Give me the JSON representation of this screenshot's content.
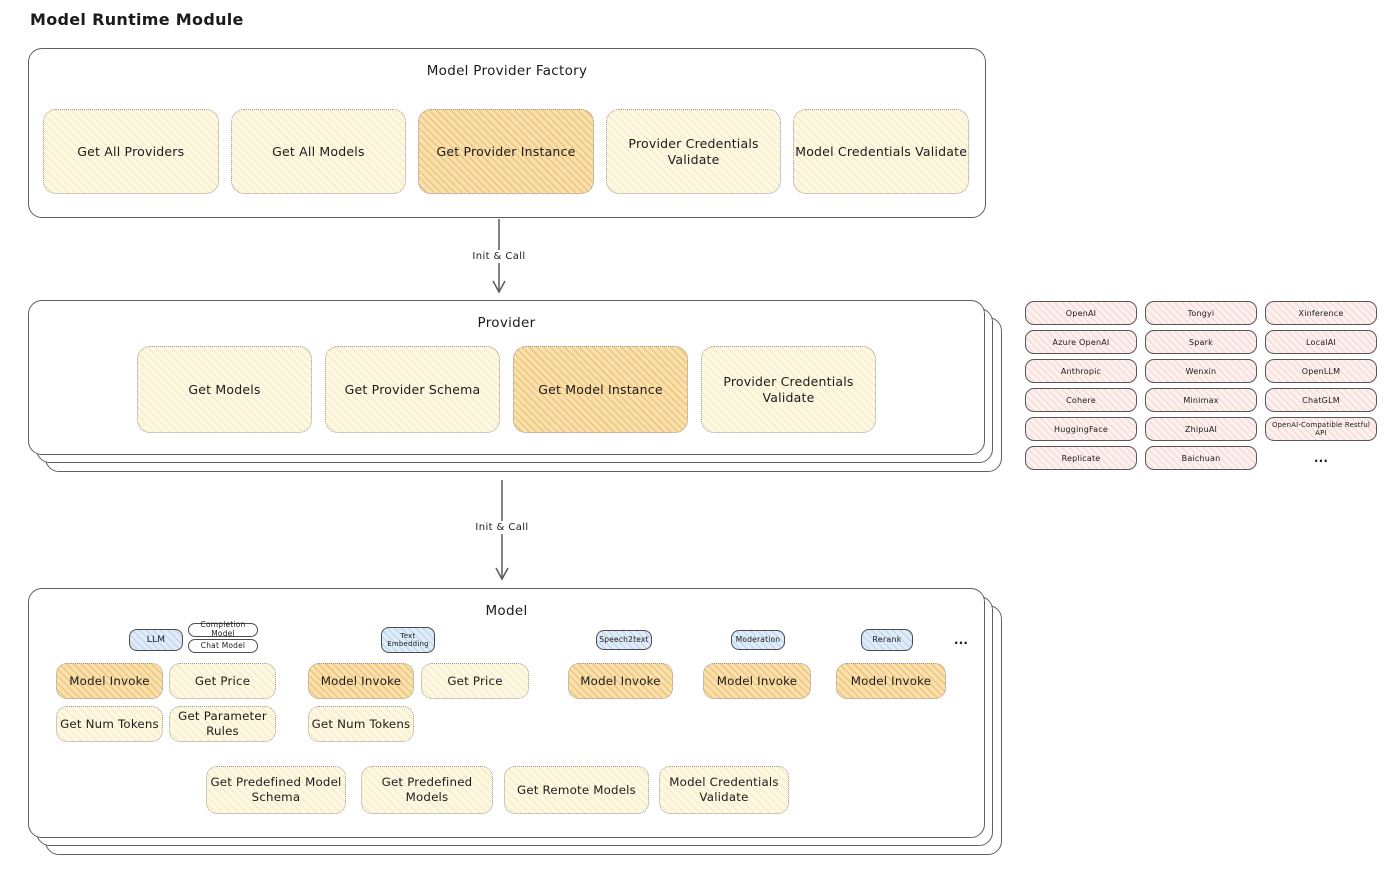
{
  "title": "Model Runtime Module",
  "colors": {
    "yellow": "#fdf8e3",
    "orange": "#f9e2b0",
    "pink": "#fdf1ef",
    "blue": "#e0edf8",
    "stroke": "#5f5f5f"
  },
  "factory": {
    "title": "Model Provider Factory",
    "boxes": [
      {
        "label": "Get All Providers",
        "highlight": false
      },
      {
        "label": "Get All Models",
        "highlight": false
      },
      {
        "label": "Get Provider Instance",
        "highlight": true
      },
      {
        "label": "Provider Credentials Validate",
        "highlight": false
      },
      {
        "label": "Model Credentials Validate",
        "highlight": false
      }
    ]
  },
  "arrows": {
    "first": "Init & Call",
    "second": "Init & Call"
  },
  "provider": {
    "title": "Provider",
    "boxes": [
      {
        "label": "Get Models",
        "highlight": false
      },
      {
        "label": "Get Provider Schema",
        "highlight": false
      },
      {
        "label": "Get Model Instance",
        "highlight": true
      },
      {
        "label": "Provider Credentials Validate",
        "highlight": false
      }
    ]
  },
  "providers_grid": {
    "items": [
      "OpenAI",
      "Tongyi",
      "Xinference",
      "Azure OpenAI",
      "Spark",
      "LocalAI",
      "Anthropic",
      "Wenxin",
      "OpenLLM",
      "Cohere",
      "Minimax",
      "ChatGLM",
      "HuggingFace",
      "ZhipuAI",
      "OpenAI-Compatible Restful API",
      "Replicate",
      "Baichuan",
      "..."
    ]
  },
  "model": {
    "title": "Model",
    "types": [
      {
        "label": "LLM",
        "variant": "blue"
      },
      {
        "label": "Completion Model",
        "variant": "outline"
      },
      {
        "label": "Chat Model",
        "variant": "outline"
      },
      {
        "label": "Text Embedding",
        "variant": "blue"
      },
      {
        "label": "Speech2text",
        "variant": "blue"
      },
      {
        "label": "Moderation",
        "variant": "blue"
      },
      {
        "label": "Rerank",
        "variant": "blue"
      },
      {
        "label": "...",
        "variant": "plain"
      }
    ],
    "ops": [
      {
        "label": "Model Invoke",
        "highlight": true
      },
      {
        "label": "Get Price",
        "highlight": false
      },
      {
        "label": "Get Num Tokens",
        "highlight": false
      },
      {
        "label": "Get Parameter Rules",
        "highlight": false
      },
      {
        "label": "Model Invoke",
        "highlight": true
      },
      {
        "label": "Get Price",
        "highlight": false
      },
      {
        "label": "Get Num Tokens",
        "highlight": false
      },
      {
        "label": "Model Invoke",
        "highlight": true
      },
      {
        "label": "Model Invoke",
        "highlight": true
      },
      {
        "label": "Model Invoke",
        "highlight": true
      },
      {
        "label": "Get Predefined Model Schema",
        "highlight": false
      },
      {
        "label": "Get Predefined Models",
        "highlight": false
      },
      {
        "label": "Get Remote Models",
        "highlight": false
      },
      {
        "label": "Model Credentials Validate",
        "highlight": false
      }
    ]
  }
}
